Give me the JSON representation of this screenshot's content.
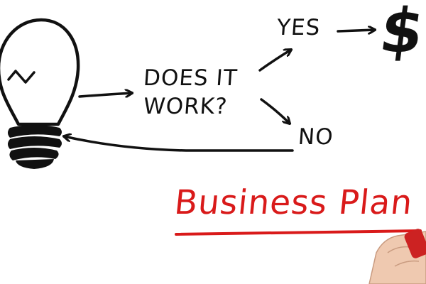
{
  "diagram": {
    "question_line1": "DOES IT",
    "question_line2": "WORK?",
    "yes_label": "YES",
    "no_label": "NO",
    "dollar_symbol": "$"
  },
  "title": {
    "text": "Business Plan",
    "color": "#d91a1a"
  },
  "icons": {
    "idea": "lightbulb-icon",
    "marker": "red-marker-icon"
  },
  "colors": {
    "ink": "#111111",
    "accent": "#d91a1a"
  }
}
